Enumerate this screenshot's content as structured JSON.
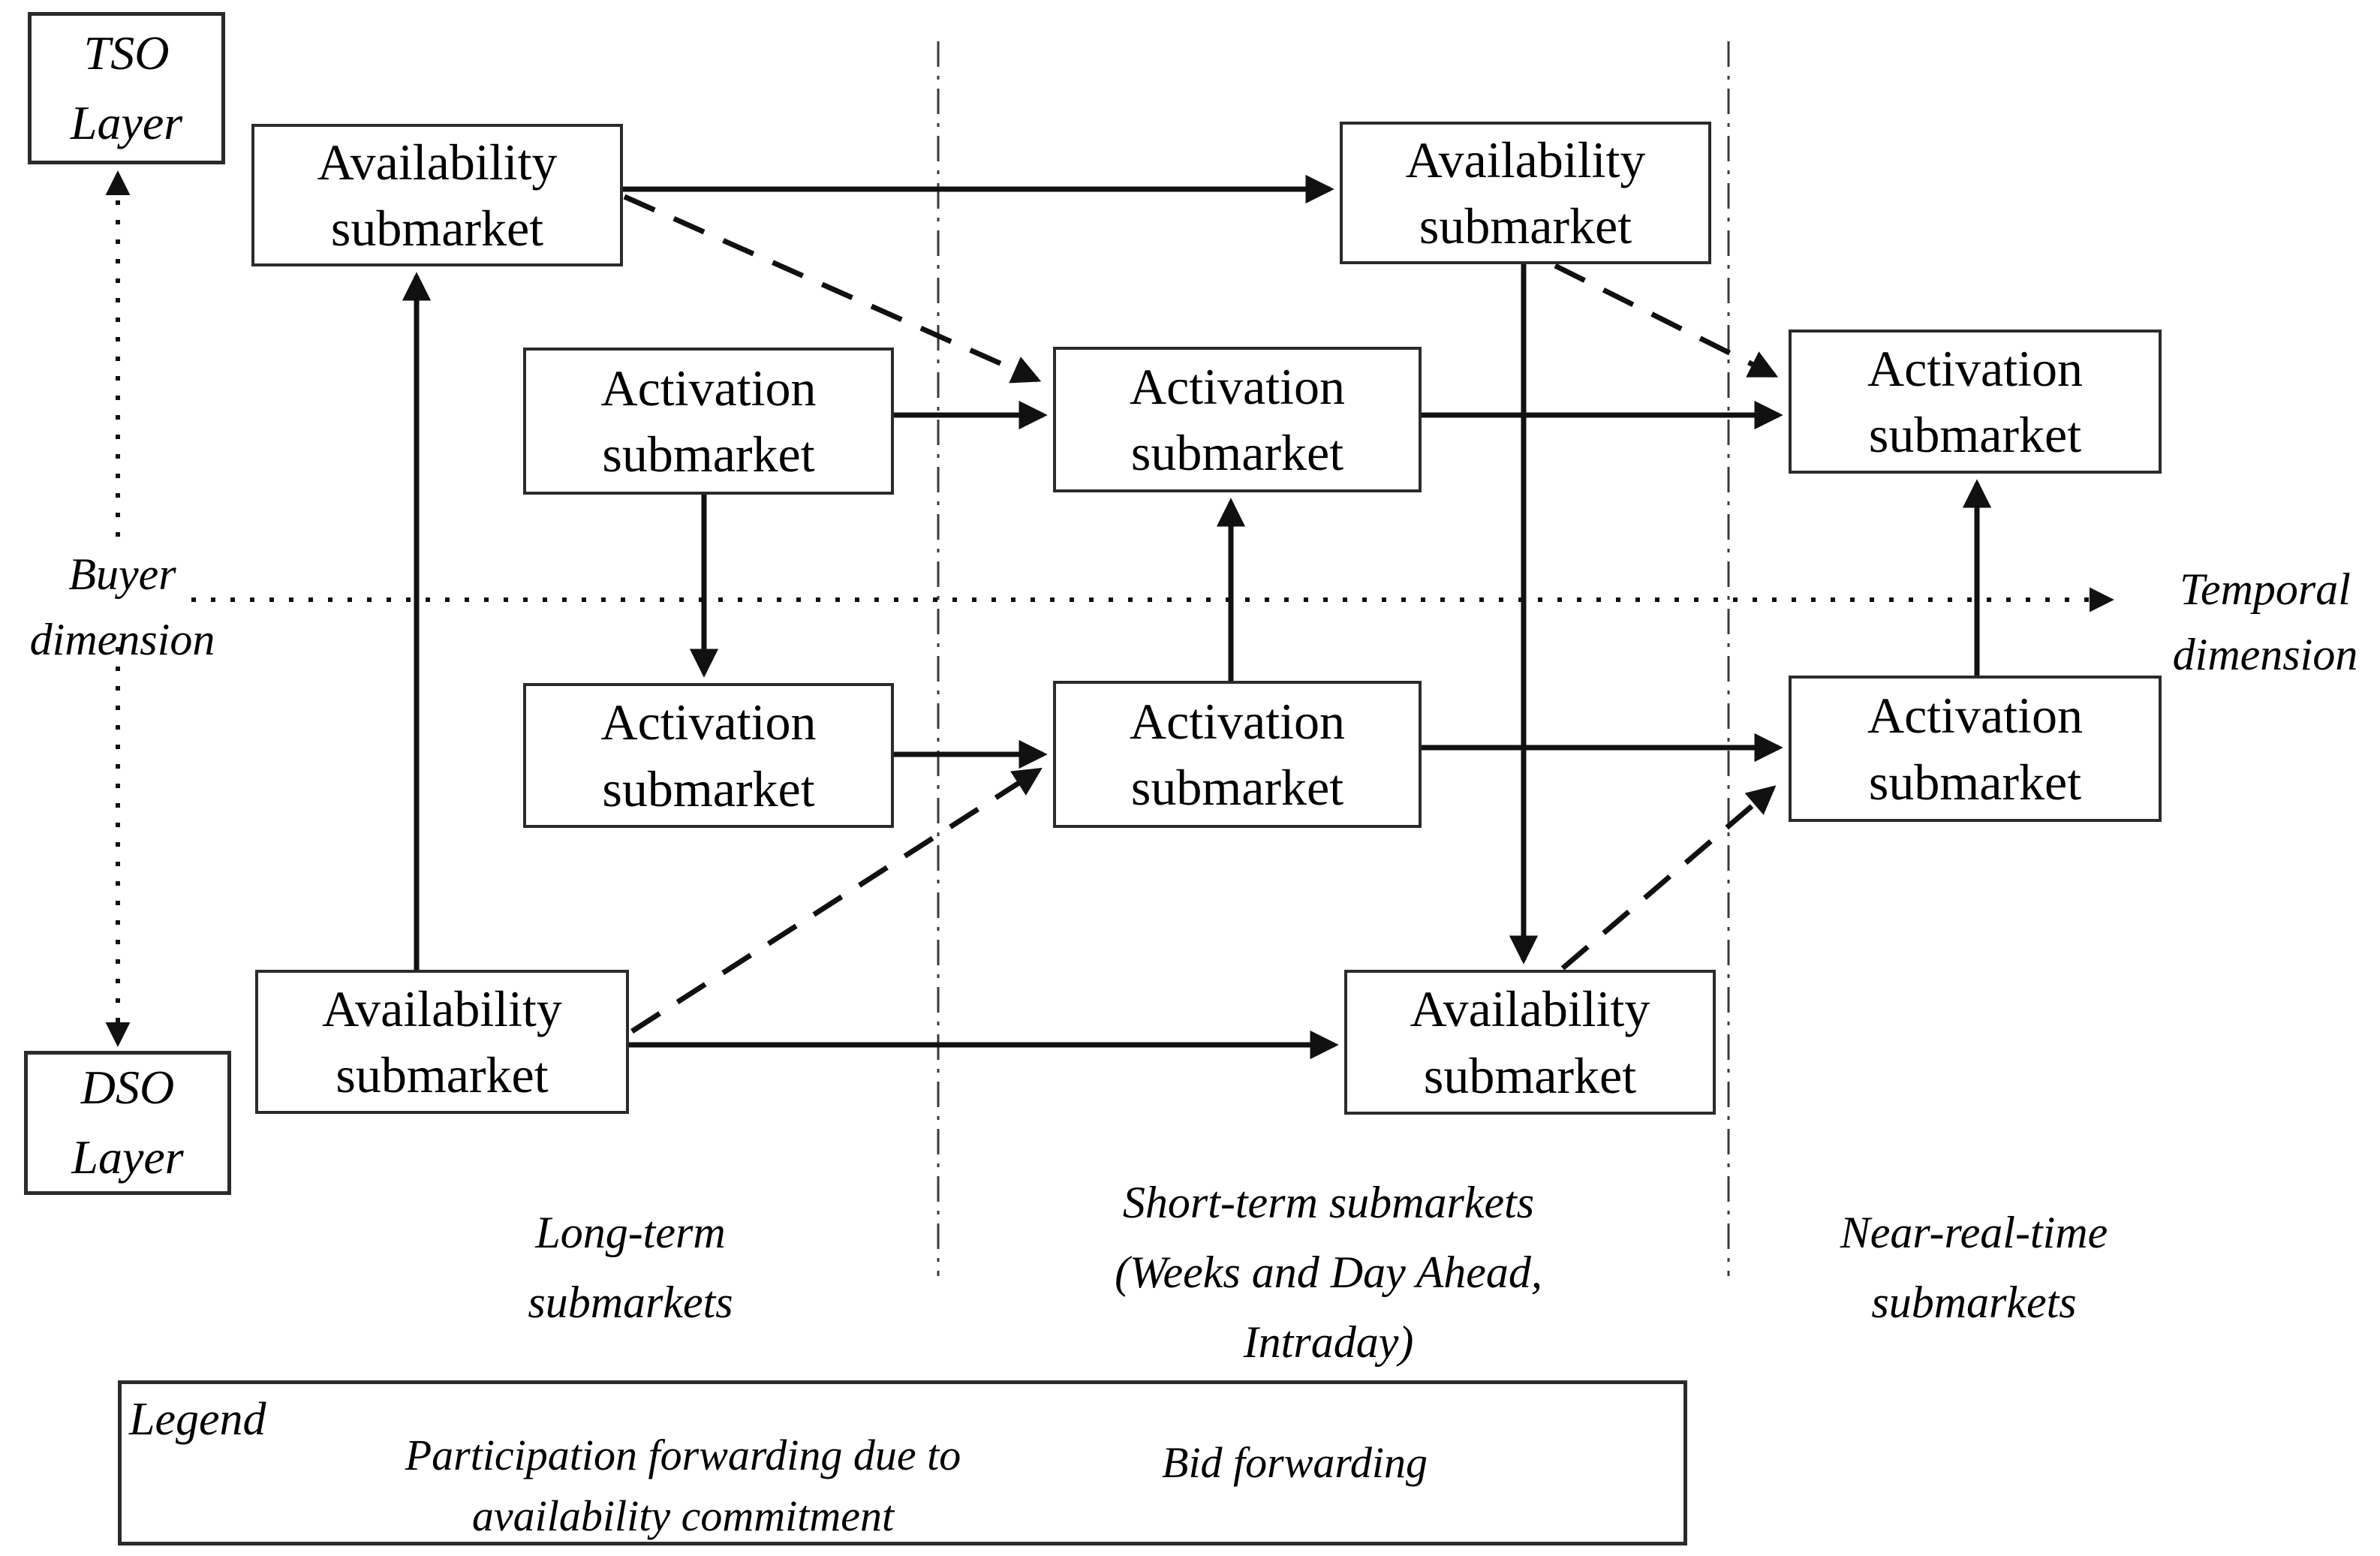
{
  "figure": {
    "layers": {
      "tso": {
        "label": "TSO\nLayer"
      },
      "dso": {
        "label": "DSO\nLayer"
      }
    },
    "axes": {
      "buyer": {
        "label": "Buyer\ndimension"
      },
      "temporal": {
        "label": "Temporal\ndimension"
      }
    },
    "nodes": {
      "avail_lt_tso": {
        "label": "Availability\nsubmarket"
      },
      "avail_st_tso": {
        "label": "Availability\nsubmarket"
      },
      "avail_lt_dso": {
        "label": "Availability\nsubmarket"
      },
      "avail_st_dso": {
        "label": "Availability\nsubmarket"
      },
      "act_lt_tso": {
        "label": "Activation\nsubmarket"
      },
      "act_st_tso": {
        "label": "Activation\nsubmarket"
      },
      "act_nrt_tso": {
        "label": "Activation\nsubmarket"
      },
      "act_lt_dso": {
        "label": "Activation\nsubmarket"
      },
      "act_st_dso": {
        "label": "Activation\nsubmarket"
      },
      "act_nrt_dso": {
        "label": "Activation\nsubmarket"
      }
    },
    "columns": {
      "long_term": {
        "label": "Long-term\nsubmarkets"
      },
      "short_term": {
        "label": "Short-term submarkets\n(Weeks and Day Ahead,\nIntraday)"
      },
      "near_real_time": {
        "label": "Near-real-time\nsubmarkets"
      }
    },
    "legend": {
      "title": "Legend",
      "dashed_label": "Participation forwarding due to\navailability commitment",
      "solid_label": "Bid forwarding"
    },
    "colors": {
      "ink": "#000000",
      "line": "#111111",
      "divider": "#3a3a3a",
      "background": "#ffffff"
    }
  }
}
